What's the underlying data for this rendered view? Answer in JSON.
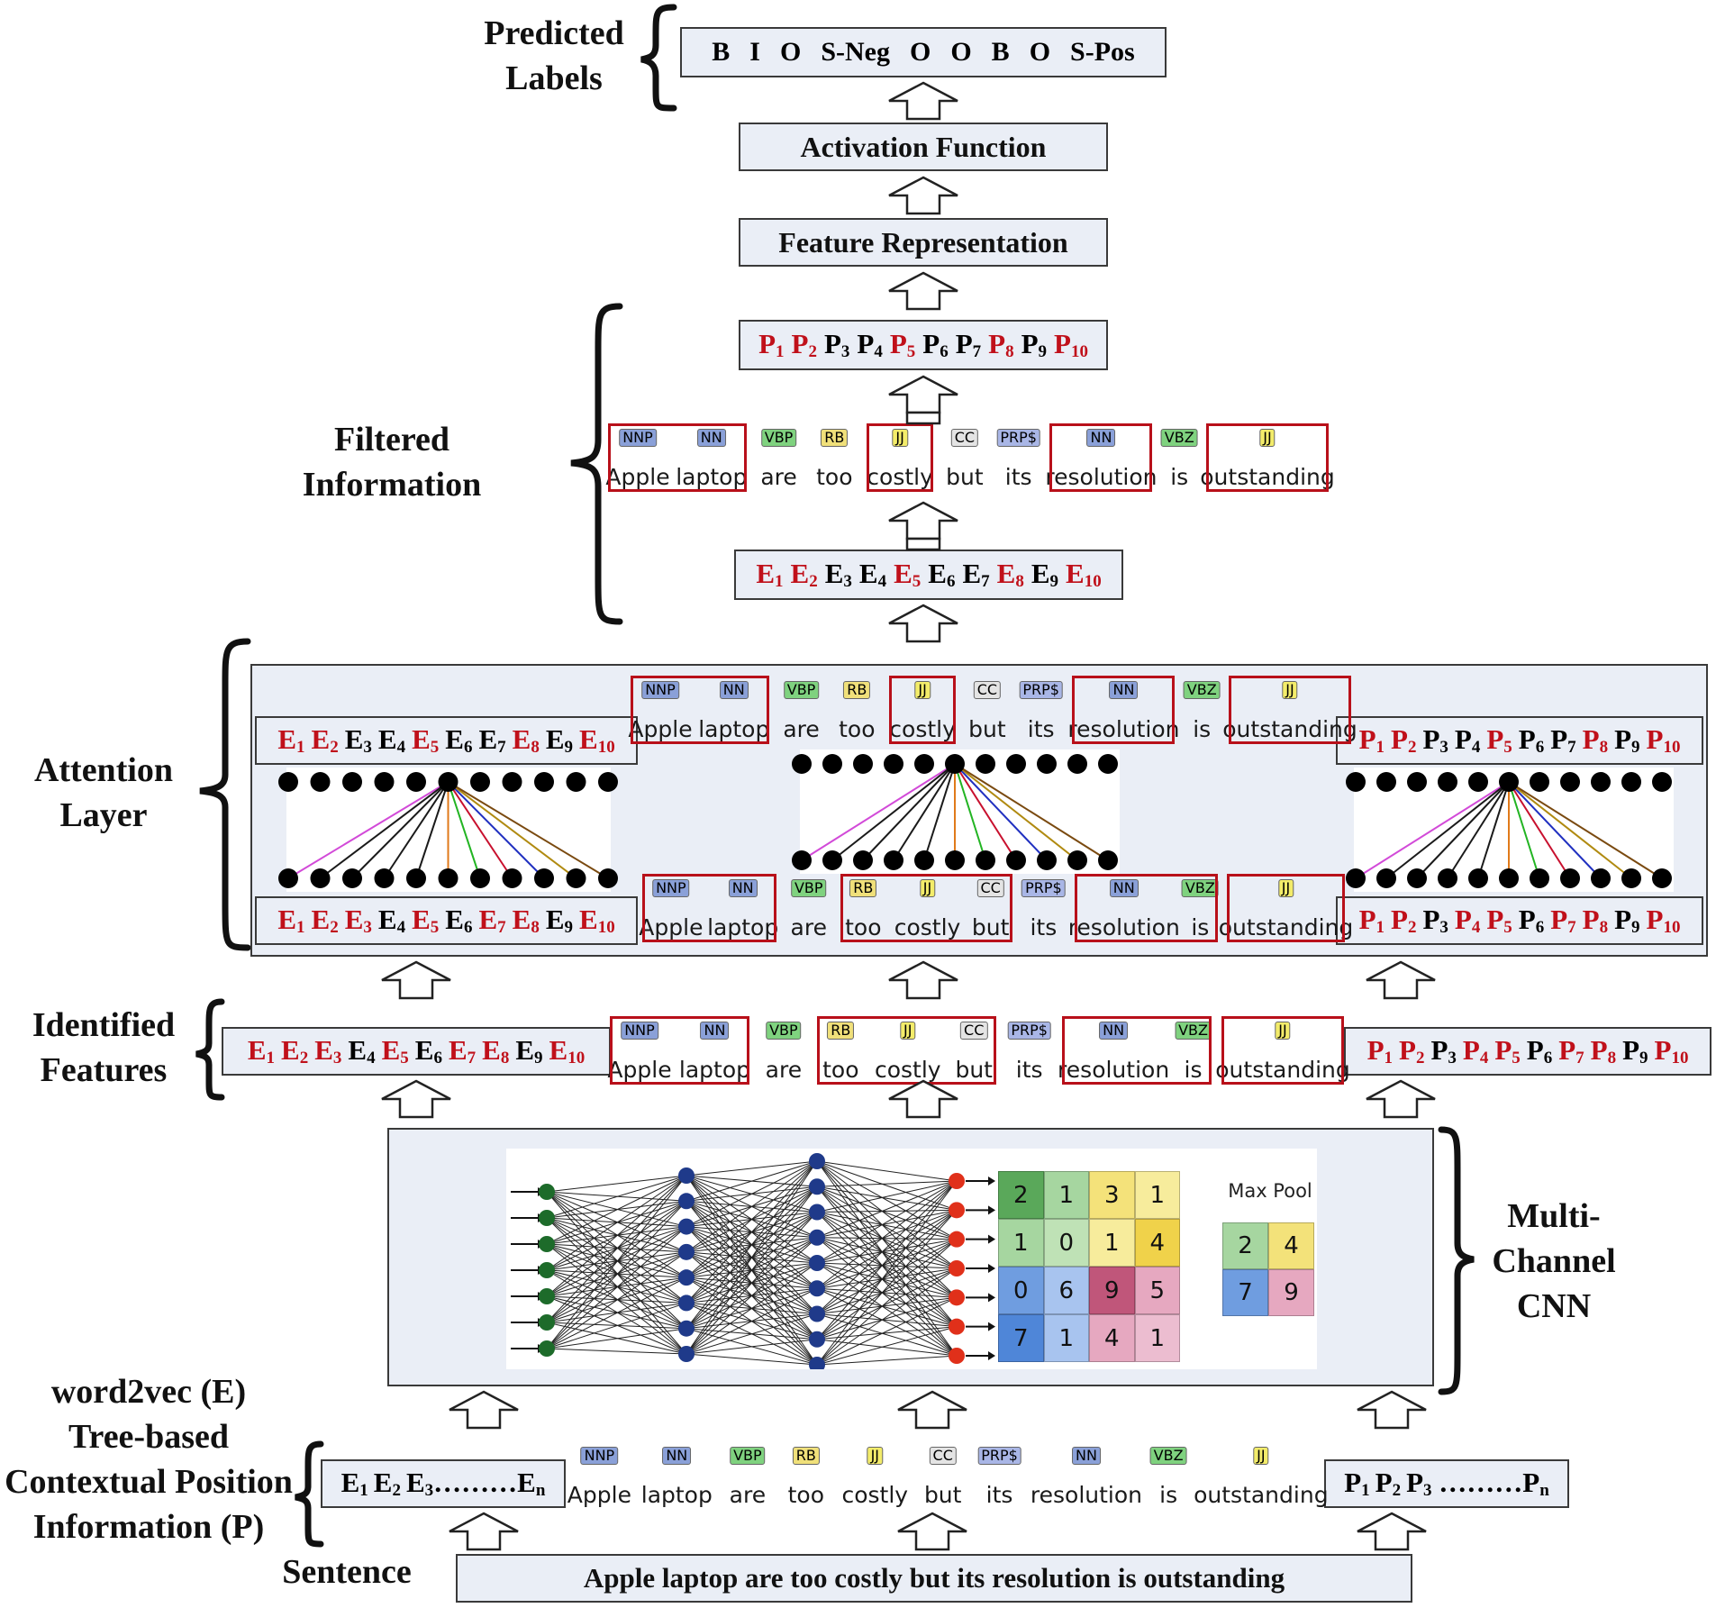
{
  "labels": {
    "predicted": [
      "Predicted",
      "Labels"
    ],
    "filtered": [
      "Filtered",
      "Information"
    ],
    "attention": [
      "Attention",
      "Layer"
    ],
    "identified": [
      "Identified",
      "Features"
    ],
    "multichannel": [
      "Multi-",
      "Channel",
      "CNN"
    ],
    "input_desc": [
      "word2vec (E)",
      "Tree-based",
      "Contextual Position",
      "Information (P)"
    ],
    "sentence_label": "Sentence"
  },
  "predicted_labels": [
    "B",
    "I",
    "O",
    "S-Neg",
    "O",
    "O",
    "B",
    "O",
    "S-Pos"
  ],
  "activation_function": "Activation Function",
  "feature_representation": "Feature Representation",
  "sentence": "Apple laptop are too costly but its resolution is outstanding",
  "pos_tokens": [
    {
      "tag": "NNP",
      "word": "Apple",
      "color": "#8aa0d8"
    },
    {
      "tag": "NN",
      "word": "laptop",
      "color": "#8aa0d8"
    },
    {
      "tag": "VBP",
      "word": "are",
      "color": "#7fd27f"
    },
    {
      "tag": "RB",
      "word": "too",
      "color": "#f0e07a"
    },
    {
      "tag": "JJ",
      "word": "costly",
      "color": "#f3ec6a"
    },
    {
      "tag": "CC",
      "word": "but",
      "color": "#e4e4e4"
    },
    {
      "tag": "PRP$",
      "word": "its",
      "color": "#a9b6e6"
    },
    {
      "tag": "NN",
      "word": "resolution",
      "color": "#8aa0d8"
    },
    {
      "tag": "VBZ",
      "word": "is",
      "color": "#7fd27f"
    },
    {
      "tag": "JJ",
      "word": "outstanding",
      "color": "#f3ec6a"
    }
  ],
  "input_e": {
    "base": "E",
    "subs": [
      "1",
      "2",
      "3"
    ],
    "dots": "………",
    "last": "n"
  },
  "input_p": {
    "base": "P",
    "subs": [
      "1",
      "2",
      "3"
    ],
    "dots": " ………",
    "last": "n"
  },
  "filtered_e": {
    "base": "E",
    "highlight": [
      1,
      2,
      5,
      8,
      10
    ]
  },
  "filtered_p": {
    "base": "P",
    "highlight": [
      1,
      2,
      5,
      8,
      10
    ]
  },
  "attention_top_e": {
    "base": "E",
    "highlight": [
      1,
      2,
      5,
      8,
      10
    ]
  },
  "attention_top_p": {
    "base": "P",
    "highlight": [
      1,
      2,
      5,
      8,
      10
    ]
  },
  "attention_bottom_e": {
    "base": "E",
    "highlight": [
      1,
      2,
      3,
      5,
      7,
      8,
      10
    ]
  },
  "attention_bottom_p": {
    "base": "P",
    "highlight": [
      1,
      2,
      4,
      5,
      7,
      8,
      10
    ]
  },
  "identified_e": {
    "base": "E",
    "highlight": [
      1,
      2,
      3,
      5,
      7,
      8,
      10
    ]
  },
  "identified_p": {
    "base": "P",
    "highlight": [
      1,
      2,
      4,
      5,
      7,
      8,
      10
    ]
  },
  "maxpool": {
    "title": "Max Pool",
    "input": [
      [
        2,
        1,
        3,
        1
      ],
      [
        1,
        0,
        1,
        4
      ],
      [
        0,
        6,
        9,
        5
      ],
      [
        7,
        1,
        4,
        1
      ]
    ],
    "input_colors": [
      [
        "#5aa85a",
        "#a6d6a0",
        "#f4e27a",
        "#f7ec9c"
      ],
      [
        "#a6d6a0",
        "#bfe2b6",
        "#f7ec9c",
        "#f0d24a"
      ],
      [
        "#6f9de0",
        "#a8c4ef",
        "#c0567a",
        "#e6a8c0"
      ],
      [
        "#4f86d8",
        "#a8c4ef",
        "#e6a8c0",
        "#ecbdd0"
      ]
    ],
    "output": [
      [
        2,
        4
      ],
      [
        7,
        9
      ]
    ],
    "output_colors": [
      [
        "#a6d6a0",
        "#f3e27a"
      ],
      [
        "#6f9de0",
        "#e6a8c0"
      ]
    ]
  }
}
